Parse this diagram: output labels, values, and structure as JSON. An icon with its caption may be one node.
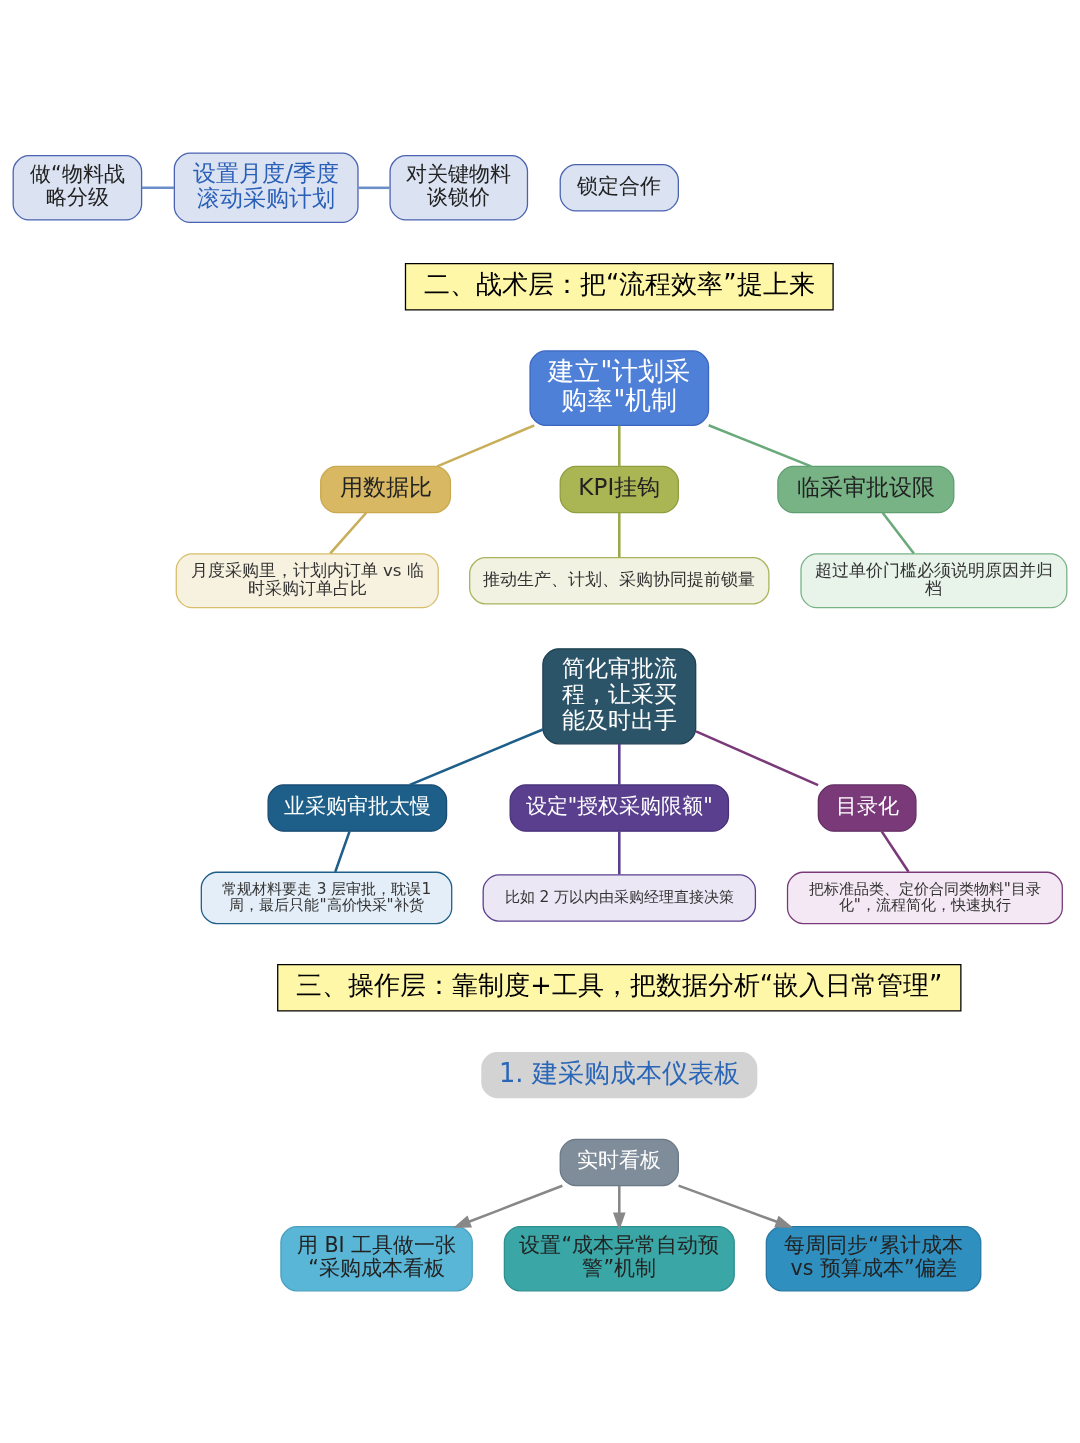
{
  "diagram": {
    "nodes": [
      {
        "text": [
          "做“物料战略分级"
        ]
      },
      {
        "text": [
          "设置月度/季度滚动采购计划"
        ]
      },
      {
        "text": [
          "对关键物料谈锁价"
        ]
      },
      {
        "text": [
          "锁定合作"
        ]
      },
      {
        "text": [
          "建立\"计划采购率\"机制"
        ]
      },
      {
        "text": [
          "用数据比"
        ]
      },
      {
        "text": [
          "月度采购里，计划内订单 vs 临时采购订单占比"
        ]
      },
      {
        "text": [
          "KPI挂钩"
        ]
      },
      {
        "text": [
          "推动生产、计划、采购协同提前锁量"
        ]
      },
      {
        "text": [
          "临采审批设限"
        ]
      },
      {
        "text": [
          "超过单价门槛必须说明原因并归档"
        ]
      },
      {
        "text": [
          "简化审批流程，让采买能及时出手"
        ]
      },
      {
        "text": [
          "业采购审批太慢"
        ]
      },
      {
        "text": [
          "常规材料要走 3 层审批，耽误1周，最后只能\"高价快采\"补货"
        ]
      },
      {
        "text": [
          "设定\"授权采购限额\""
        ]
      },
      {
        "text": [
          "比如 2 万以内由采购经理直接决策"
        ]
      },
      {
        "text": [
          "目录化"
        ]
      },
      {
        "text": [
          "把标准品类、定价合同类物料\"目录化\"，流程简化，快速执行"
        ]
      },
      {
        "text": [
          "实时看板"
        ]
      },
      {
        "text": [
          "用 BI 工具做一张“采购成本看板"
        ]
      },
      {
        "text": [
          "设置“成本异常自动预警”机制"
        ]
      },
      {
        "text": [
          "每周同步“累计成本 vs 预算成本”偏差"
        ]
      }
    ],
    "edges": [
      {
        "from": 0,
        "to": 1,
        "arrow": "none",
        "color": "#6b8fc9"
      },
      {
        "from": 1,
        "to": 2,
        "arrow": "none",
        "color": "#6b8fc9"
      },
      {
        "from": 4,
        "to": 5,
        "arrow": "none",
        "color": "#c9ae5a"
      },
      {
        "from": 5,
        "to": 6,
        "arrow": "none",
        "color": "#c9ae5a"
      },
      {
        "from": 4,
        "to": 7,
        "arrow": "none",
        "color": "#9aaa4a"
      },
      {
        "from": 7,
        "to": 8,
        "arrow": "none",
        "color": "#9aaa4a"
      },
      {
        "from": 4,
        "to": 9,
        "arrow": "none",
        "color": "#6aaa7a"
      },
      {
        "from": 9,
        "to": 10,
        "arrow": "none",
        "color": "#6aaa7a"
      },
      {
        "from": 11,
        "to": 12,
        "arrow": "none",
        "color": "#1e5f8a"
      },
      {
        "from": 12,
        "to": 13,
        "arrow": "none",
        "color": "#1e5f8a"
      },
      {
        "from": 11,
        "to": 14,
        "arrow": "none",
        "color": "#5a3f8f"
      },
      {
        "from": 14,
        "to": 15,
        "arrow": "none",
        "color": "#5a3f8f"
      },
      {
        "from": 11,
        "to": 16,
        "arrow": "none",
        "color": "#7a3a7a"
      },
      {
        "from": 16,
        "to": 17,
        "arrow": "none",
        "color": "#7a3a7a"
      },
      {
        "from": 18,
        "to": 19,
        "arrow": "to"
      },
      {
        "from": 18,
        "to": 20,
        "arrow": "to"
      },
      {
        "from": 18,
        "to": 21,
        "arrow": "to"
      }
    ],
    "labels": [
      "二、战术层：把“流程效率”提上来",
      "三、操作层：靠制度+工具，把数据分析“嵌入日常管理”",
      "1. 建采购成本仪表板"
    ]
  }
}
